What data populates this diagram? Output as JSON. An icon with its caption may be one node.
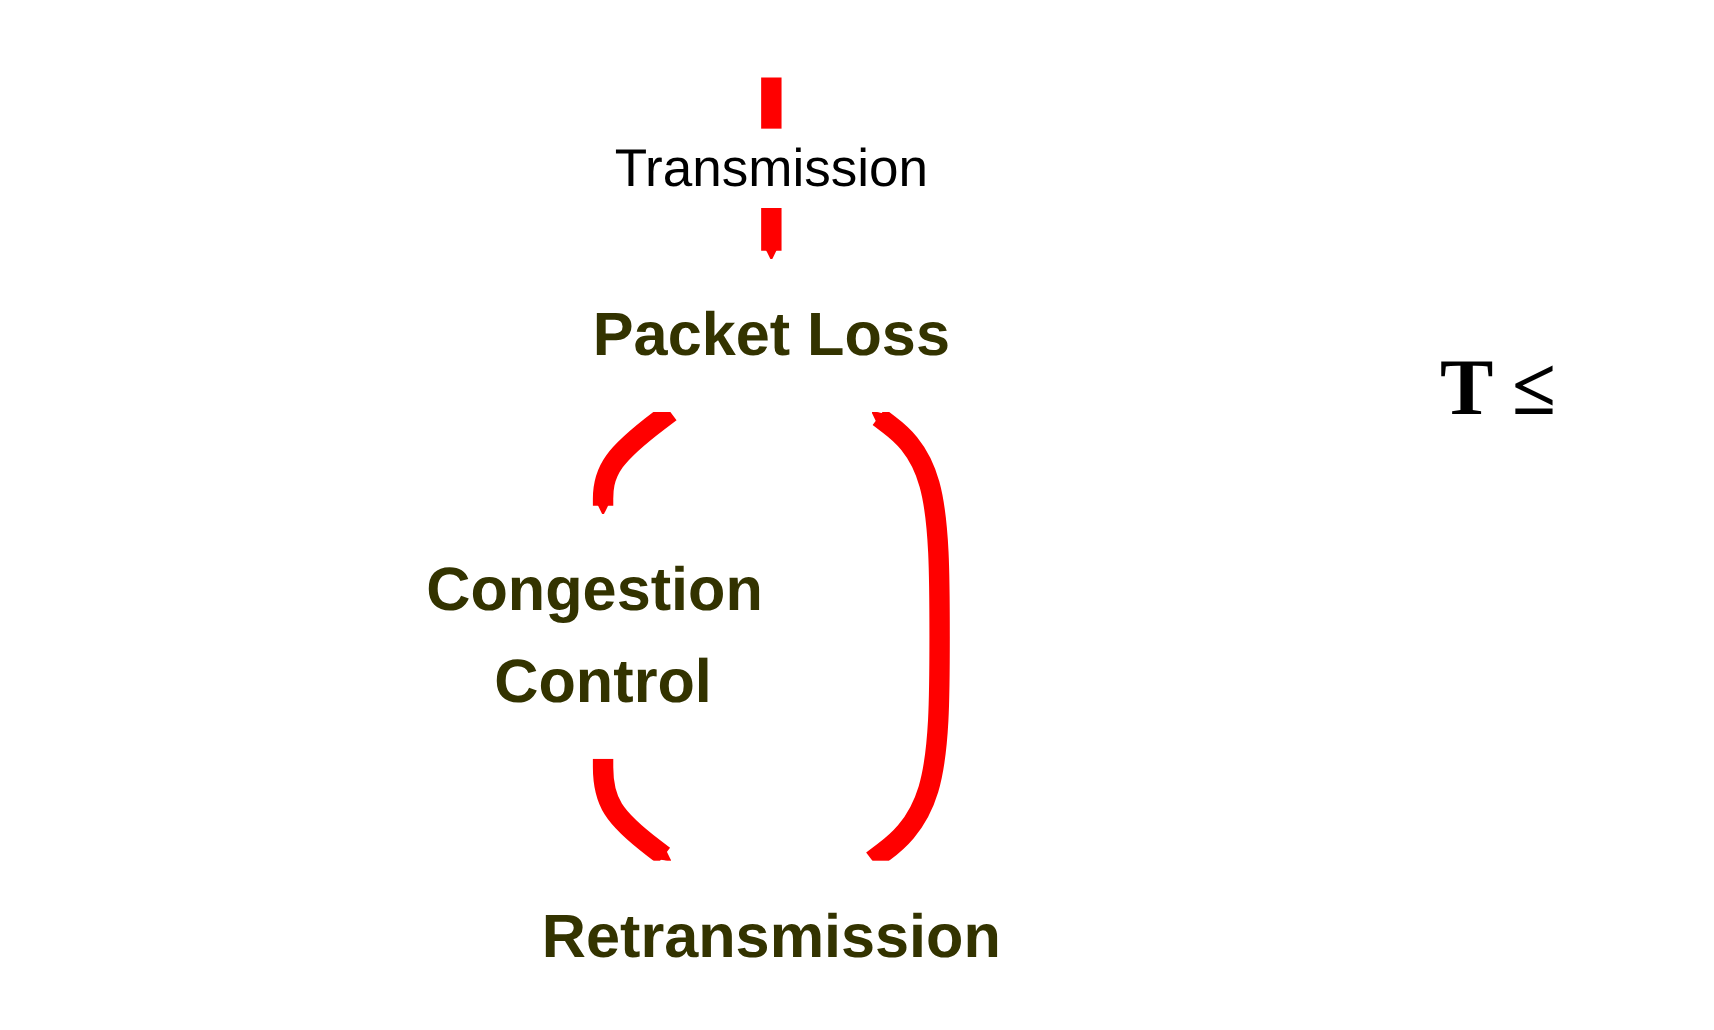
{
  "diagram": {
    "nodes": [
      {
        "text": [
          "Packet Loss"
        ]
      },
      {
        "text": [
          "Congestion Control"
        ]
      },
      {
        "text": [
          "Retransmission"
        ]
      }
    ],
    "edges": [
      {
        "from": null,
        "to": 0,
        "arrow": "to",
        "label": "Transmission"
      },
      {
        "from": 0,
        "to": 1,
        "arrow": "to"
      },
      {
        "from": 1,
        "to": 2,
        "arrow": "to"
      },
      {
        "from": 2,
        "to": 0,
        "arrow": "to"
      }
    ],
    "labels": [
      "T ≤"
    ]
  }
}
